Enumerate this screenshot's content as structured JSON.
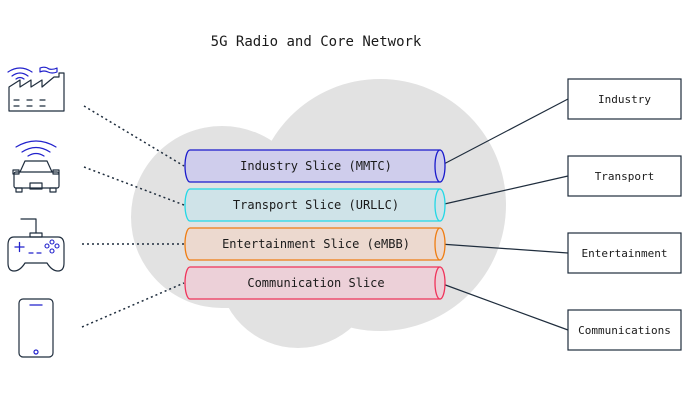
{
  "diagram": {
    "title": "5G Radio and Core Network",
    "slices": [
      {
        "label": "Industry Slice (MMTC)",
        "stroke": "#1a1acc",
        "fill": "#cfcdec"
      },
      {
        "label": "Transport Slice (URLLC)",
        "stroke": "#22d8e6",
        "fill": "#cfe3e8"
      },
      {
        "label": "Entertainment Slice (eMBB)",
        "stroke": "#ef7d12",
        "fill": "#ecd9cf"
      },
      {
        "label": "Communication Slice",
        "stroke": "#f0335a",
        "fill": "#ecd0d8"
      }
    ],
    "destinations": [
      {
        "label": "Industry"
      },
      {
        "label": "Transport"
      },
      {
        "label": "Entertainment"
      },
      {
        "label": "Communications"
      }
    ],
    "devices": [
      {
        "icon": "factory-icon"
      },
      {
        "icon": "car-icon"
      },
      {
        "icon": "gamepad-icon"
      },
      {
        "icon": "smartphone-icon"
      }
    ],
    "colors": {
      "cloud": "#e2e2e2",
      "icon_line": "#1f2d3d",
      "icon_accent": "#2222cc",
      "box_border": "#1f2d3d"
    }
  }
}
